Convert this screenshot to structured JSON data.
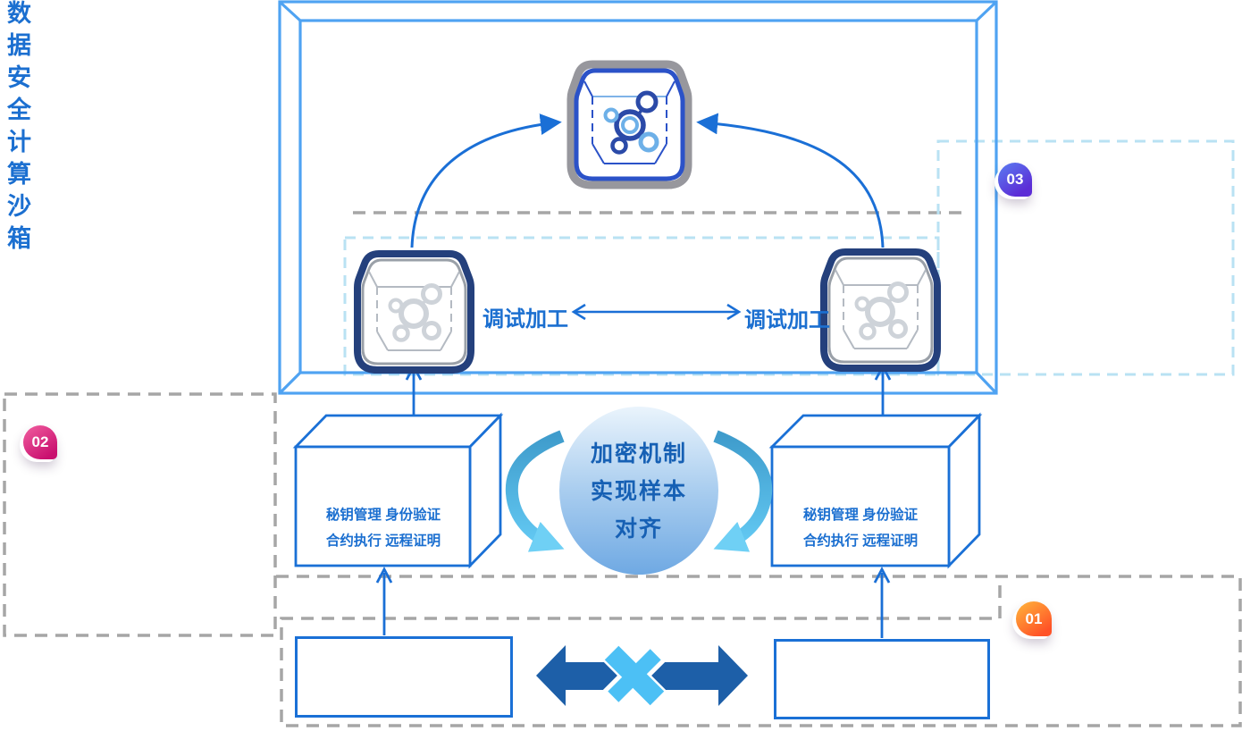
{
  "diagram": {
    "sandbox_frame": {
      "title": "数据安全计算沙箱"
    },
    "debug_labels": {
      "left": "调试加工",
      "right": "调试加工"
    },
    "tee_left": {
      "line1": "秘钥管理 身份验证",
      "line2": "合约执行 远程证明"
    },
    "tee_right": {
      "line1": "秘钥管理 身份验证",
      "line2": "合约执行 远程证明"
    },
    "sphere": {
      "line1": "加密机制",
      "line2": "实现样本",
      "line3": "对齐"
    },
    "badges": {
      "one": "01",
      "two": "02",
      "three": "03"
    },
    "colors": {
      "frame_blue": "#4fa3f2",
      "arrow_blue": "#1a6fd6",
      "label_blue": "#1b6fd0",
      "dash_gray": "#a6a6a6",
      "dash_light_blue": "#b9e2f3",
      "cube_navy": "#24407c",
      "cube_gray": "#97979d",
      "cube_blue": "#2b52c8",
      "sphere_top": "#eaf4fc",
      "sphere_bottom": "#6fa9e3",
      "arc_teal": "#3f9ccc",
      "arc_cyan": "#63c9f3",
      "x_arrow_dark": "#1d5fa8",
      "x_cross_light": "#4cc0f5",
      "badge_01_from": "#ffb13a",
      "badge_01_to": "#ff5227",
      "badge_02_from": "#ef5a9d",
      "badge_02_to": "#c9106f",
      "badge_03_from": "#5a7df2",
      "badge_03_to": "#5c2dd6"
    }
  }
}
